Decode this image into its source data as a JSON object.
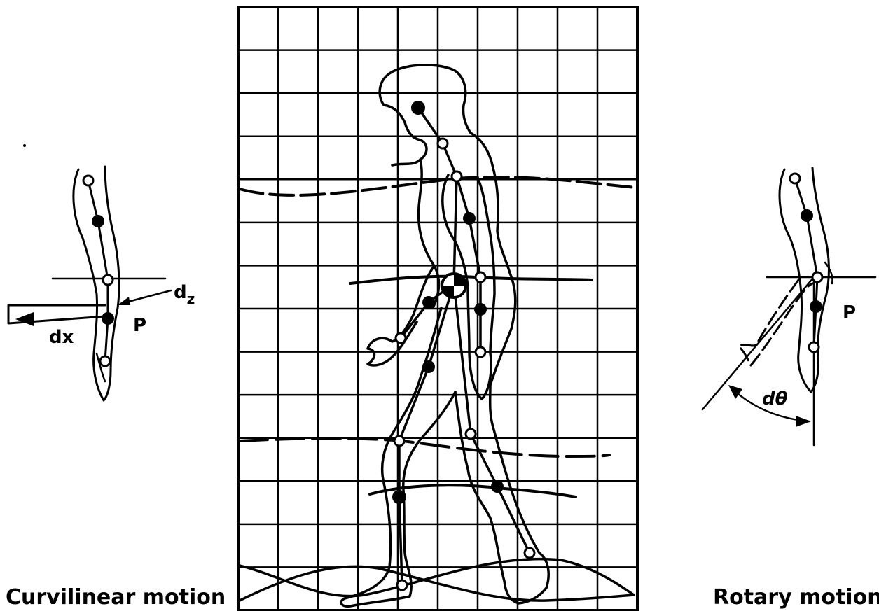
{
  "captions": {
    "left": "Curvilinear motion",
    "right": "Rotary motion"
  },
  "symbols": {
    "dz_main": "d",
    "dz_sub": "z",
    "dx": "dx",
    "p_left": "P",
    "p_right": "P",
    "dtheta": "dθ"
  },
  "grid": {
    "columns": 10,
    "rows": 14
  }
}
